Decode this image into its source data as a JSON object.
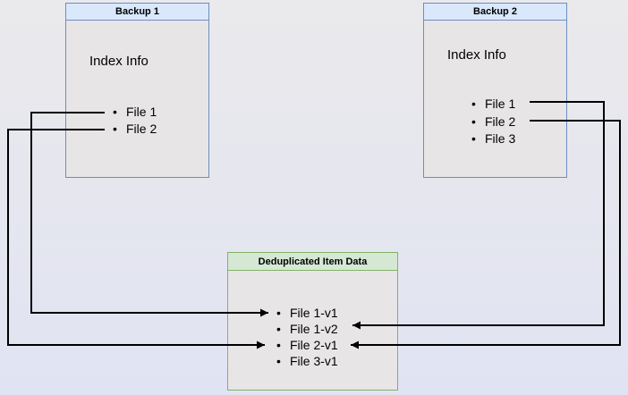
{
  "diagram": {
    "backup1": {
      "title": "Backup 1",
      "subtitle": "Index Info",
      "items": [
        "File 1",
        "File 2"
      ]
    },
    "backup2": {
      "title": "Backup 2",
      "subtitle": "Index Info",
      "items": [
        "File 1",
        "File 2",
        "File 3"
      ]
    },
    "dedup": {
      "title": "Deduplicated Item Data",
      "items": [
        "File 1-v1",
        "File 1-v2",
        "File 2-v1",
        "File 3-v1"
      ]
    },
    "connections": [
      {
        "from": "Backup 1 / File 1",
        "to": "File 1-v1"
      },
      {
        "from": "Backup 1 / File 2",
        "to": "File 2-v1"
      },
      {
        "from": "Backup 2 / File 1",
        "to": "File 1-v2"
      },
      {
        "from": "Backup 2 / File 2",
        "to": "File 2-v1"
      }
    ],
    "colors": {
      "blue_header_fill": "#dae8fc",
      "blue_border": "#6c8ebf",
      "green_header_fill": "#d5e8d4",
      "green_border": "#82b366",
      "box_body_fill": "#e8e5e7",
      "arrow": "#000000"
    }
  }
}
